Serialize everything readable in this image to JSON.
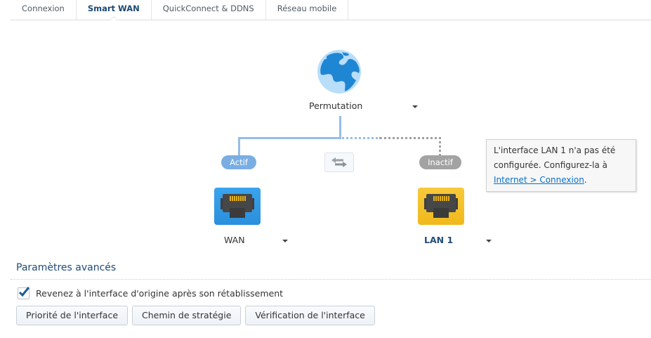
{
  "tabs": [
    {
      "label": "Connexion",
      "active": false
    },
    {
      "label": "Smart WAN",
      "active": true
    },
    {
      "label": "QuickConnect & DDNS",
      "active": false
    },
    {
      "label": "Réseau mobile",
      "active": false
    }
  ],
  "diagram": {
    "mode_label": "Permutation",
    "mode_icon": "globe-icon",
    "swap_icon": "swap-arrows-icon",
    "interfaces": [
      {
        "name": "WAN",
        "status": "Actif",
        "status_color": "#7aaee3",
        "port_color": "#2f98e4",
        "icon": "ethernet-port-icon"
      },
      {
        "name": "LAN 1",
        "status": "Inactif",
        "status_color": "#a3a3a3",
        "port_color": "#f5c12a",
        "icon": "ethernet-port-icon"
      }
    ],
    "active_line_color": "#95bde8",
    "inactive_line_color": "#a0a0a0"
  },
  "tooltip": {
    "text_line1": "L'interface LAN 1 n'a pas été",
    "text_line2": "configurée. Configurez-la à",
    "link": "Internet > Connexion",
    "suffix": "."
  },
  "advanced": {
    "title": "Paramètres avancés",
    "checkbox_label": "Revenez à l'interface d'origine après son rétablissement",
    "checkbox_checked": true,
    "buttons": [
      "Priorité de l'interface",
      "Chemin de stratégie",
      "Vérification de l'interface"
    ]
  }
}
